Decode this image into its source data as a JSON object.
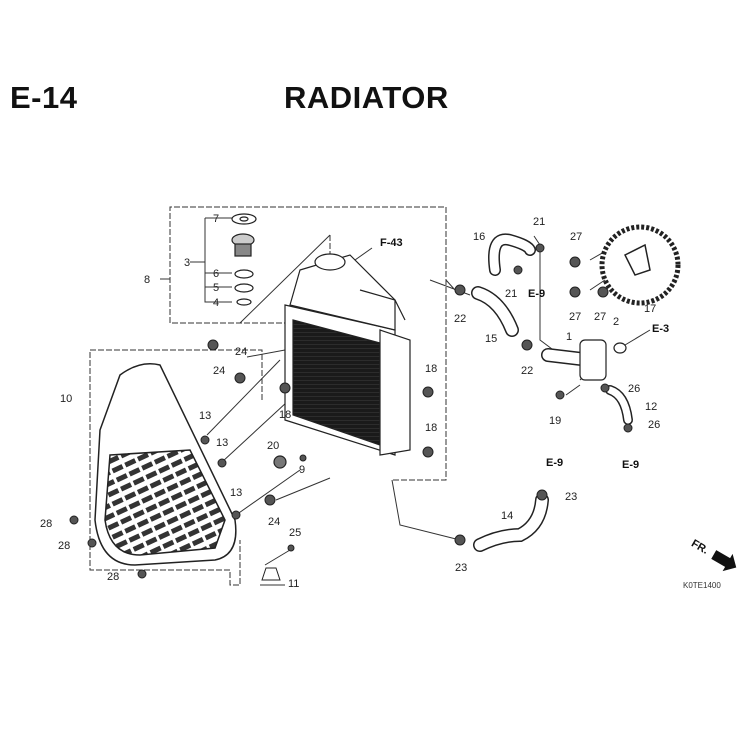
{
  "header": {
    "section": "E-14",
    "title": "RADIATOR"
  },
  "diagram_code": "K0TE1400",
  "front_marker": "FR.",
  "callouts": [
    "7",
    "3",
    "6",
    "5",
    "4",
    "8",
    "F-43",
    "24",
    "24",
    "18",
    "18",
    "18",
    "13",
    "13",
    "20",
    "9",
    "10",
    "13",
    "24",
    "28",
    "28",
    "28",
    "25",
    "11",
    "16",
    "21",
    "21",
    "E-9",
    "27",
    "27",
    "27",
    "2",
    "17",
    "22",
    "15",
    "22",
    "1",
    "E-3",
    "26",
    "12",
    "26",
    "19",
    "E-9",
    "E-9",
    "23",
    "14",
    "23"
  ]
}
